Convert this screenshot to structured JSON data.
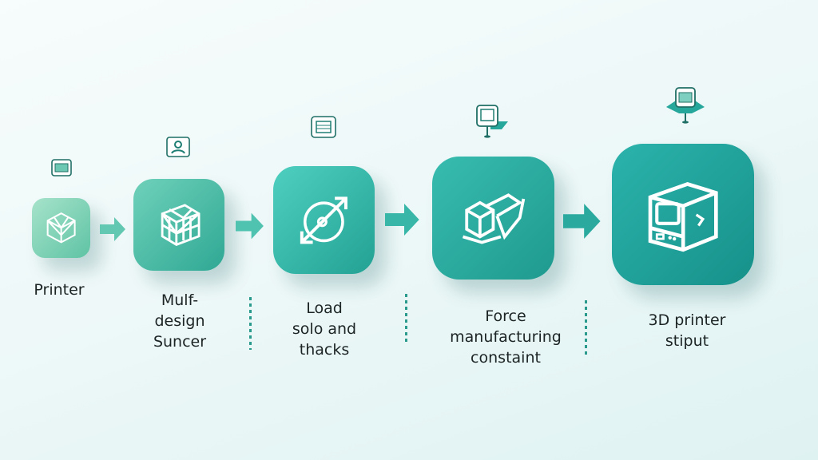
{
  "colors": {
    "teal": "#26a79c",
    "mint": "#7fd3b8",
    "dark": "#1f7f74",
    "background": "#eef8f8"
  },
  "steps": [
    {
      "icon": "wireframe-cube-icon",
      "mini_icon": "monitor-icon",
      "label": [
        "Printer"
      ]
    },
    {
      "icon": "lattice-cube-icon",
      "mini_icon": "user-icon",
      "label": [
        "Mulf-",
        "design",
        "Suncer"
      ]
    },
    {
      "icon": "compass-arrow-icon",
      "mini_icon": "document-icon",
      "label": [
        "Load",
        "solo and",
        "thacks"
      ]
    },
    {
      "icon": "boxes-icon",
      "mini_icon": "map-pin-device-icon",
      "label": [
        "Force",
        "manufacturing",
        "constaint"
      ]
    },
    {
      "icon": "3d-printer-icon",
      "mini_icon": "map-pin-printer-icon",
      "label": [
        "3D printer",
        "stiput"
      ]
    }
  ]
}
